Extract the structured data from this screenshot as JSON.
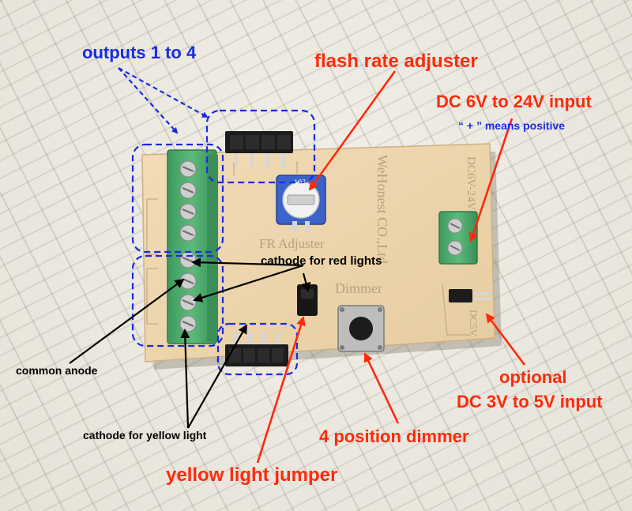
{
  "labels": {
    "outputs": "outputs 1 to 4",
    "flash_rate": "flash rate adjuster",
    "dc_input": "DC 6V to 24V input",
    "positive_note": "“ + ” means positive",
    "cathode_red": "cathode for red lights",
    "common_anode": "common anode",
    "cathode_yellow": "cathode for yellow light",
    "optional": "optional",
    "dc_low_input": "DC 3V to 5V input",
    "dimmer_position": "4 position dimmer",
    "yellow_jumper": "yellow light jumper"
  },
  "board_silkscreen": {
    "brand": "WeHonest CO.,Ltd",
    "adjuster": "FR Adjuster",
    "dimmer": "Dimmer",
    "voltage_high": "DC6V-24V",
    "voltage_low": "DC5V",
    "pot_code": "103"
  },
  "colors": {
    "callout_blue": "#1a2be0",
    "callout_red": "#ff2a0c",
    "board": "#ecd4ab",
    "terminal_green": "#4faa6e"
  }
}
